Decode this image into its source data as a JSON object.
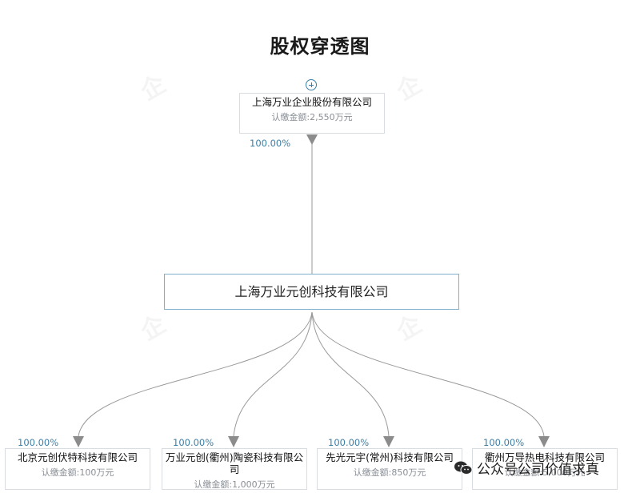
{
  "title": "股权穿透图",
  "watermark_text": "企",
  "shareholder": {
    "name": "上海万业企业股份有限公司",
    "amount": "认缴金额:2,550万元",
    "percent": "100.00%"
  },
  "company": {
    "name": "上海万业元创科技有限公司"
  },
  "subsidiaries": [
    {
      "name": "北京元创伏特科技有限公司",
      "amount": "认缴金额:100万元",
      "percent": "100.00%"
    },
    {
      "name": "万业元创(衢州)陶瓷科技有限公司",
      "amount": "认缴金额:1,000万元",
      "percent": "100.00%"
    },
    {
      "name": "先光元宇(常州)科技有限公司",
      "amount": "认缴金额:850万元",
      "percent": "100.00%"
    },
    {
      "name": "衢州万导热电科技有限公司",
      "amount": "认缴金额:5,000万元",
      "percent": "100.00%"
    }
  ],
  "overlay": {
    "text": "公众号公司价值求真",
    "icon": "wechat-icon"
  },
  "colors": {
    "line": "#9a9a9a",
    "percent": "#3c7fa6",
    "main_border": "#7fb0cc"
  }
}
